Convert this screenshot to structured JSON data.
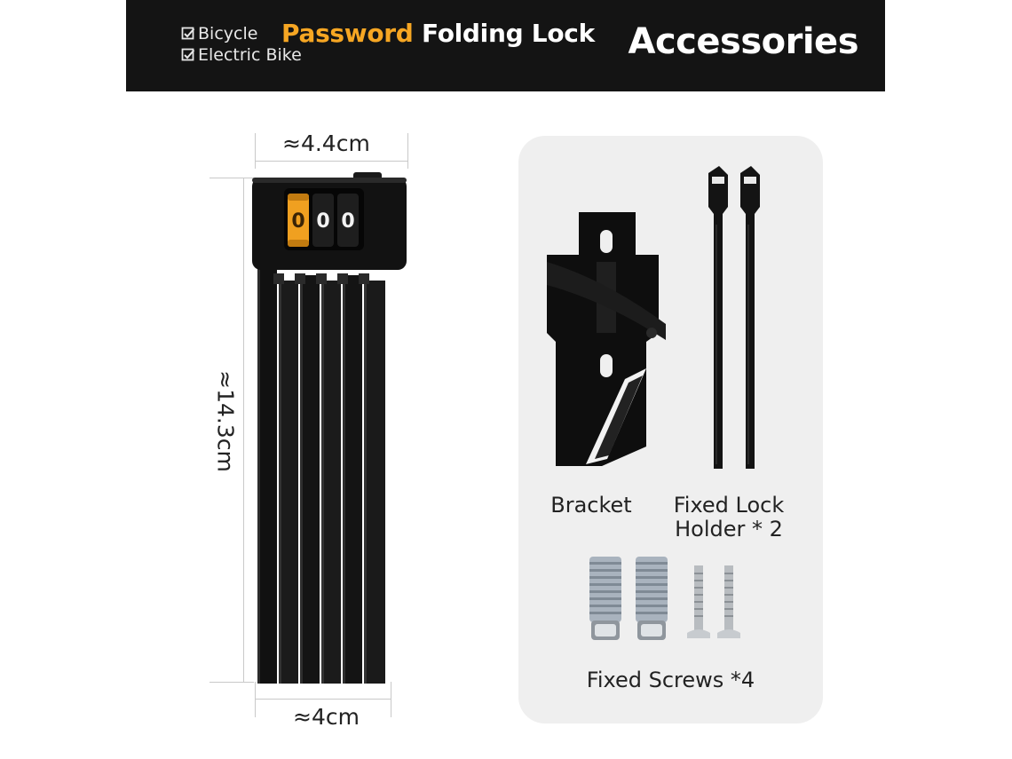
{
  "banner": {
    "checks": [
      "Bicycle",
      "Electric Bike"
    ],
    "title_accent": "Password",
    "title_rest": " Folding Lock",
    "section_title": "Accessories"
  },
  "dimensions": {
    "width_top": "≈4.4cm",
    "height": "≈14.3cm",
    "width_bottom": "≈4cm"
  },
  "lock": {
    "code_digits": [
      "0",
      "0",
      "0"
    ]
  },
  "accessories": {
    "bracket_label": "Bracket",
    "holder_label": "Fixed Lock\nHolder * 2",
    "screws_label": "Fixed Screws *4"
  },
  "colors": {
    "banner_bg": "#141414",
    "accent": "#f6a623",
    "panel_bg": "#efefef"
  },
  "icons": [
    "checkbox-icon"
  ]
}
